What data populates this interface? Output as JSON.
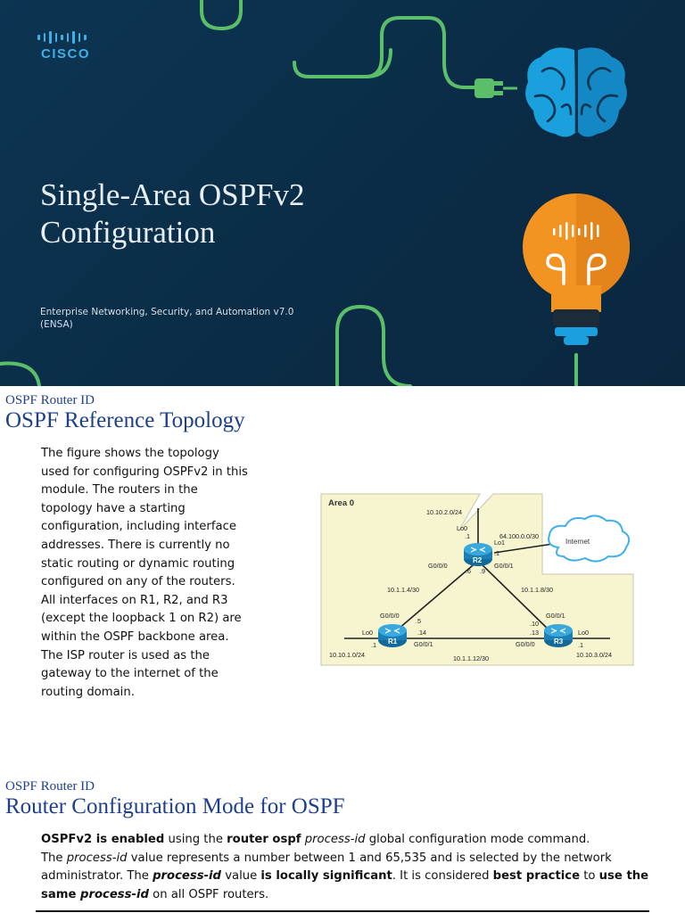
{
  "title_slide": {
    "logo_text": "CISCO",
    "title_line1": "Single-Area OSPFv2",
    "title_line2": "Configuration",
    "subtitle_line1": "Enterprise Networking, Security, and Automation v7.0",
    "subtitle_line2": "(ENSA)",
    "colors": {
      "background": "#0b2c46",
      "line_art": "#5bbf6a",
      "brain": "#1aa0dc",
      "bulb": "#f39322",
      "logo": "#3fb0e8"
    },
    "icons": [
      "brain-icon",
      "lightbulb-icon",
      "plug-icon"
    ]
  },
  "section1": {
    "kicker": "OSPF Router ID",
    "heading": "OSPF Reference Topology",
    "lines": [
      "The figure shows the topology",
      "used for configuring OSPFv2 in this",
      "module. The routers in the",
      "topology have a starting",
      "configuration, including interface",
      "addresses. There is currently no",
      "static routing or dynamic routing",
      "configured on any of the routers.",
      "All interfaces on R1, R2, and R3",
      "(except the loopback 1 on R2) are",
      "within the OSPF backbone area.",
      "The ISP router is used as the",
      "gateway to the internet of the",
      "routing domain."
    ]
  },
  "topology": {
    "area": "Area 0",
    "routers": {
      "r1": "R1",
      "r2": "R2",
      "r3": "R3"
    },
    "cloud": "Internet",
    "labels": {
      "r2_lan": "10.10.2.0/24",
      "r2_lo0": "Lo0",
      "r2_lo0_host": ".1",
      "isp_link": "64.100.0.0/30",
      "r2_lo1": "Lo1",
      "r2_lo1_host": ".1",
      "r2_g000": "G0/0/0",
      "r2_g001": "G0/0/1",
      "r2_host_6": ".6",
      "r2_host_9": ".9",
      "link_r1_r2": "10.1.1.4/30",
      "link_r2_r3": "10.1.1.8/30",
      "r1_g000": "G0/0/0",
      "r1_host_5": ".5",
      "r1_lo0": "Lo0",
      "r1_lo0_host": ".1",
      "r1_host_14": ".14",
      "r1_g001": "G0/0/1",
      "r1_lan": "10.10.1.0/24",
      "r3_g001": "G0/0/1",
      "r3_host_10": ".10",
      "r3_host_13": ".13",
      "r3_lo0": "Lo0",
      "r3_g000": "G0/0/0",
      "r3_lo0_host": ".1",
      "r3_lan": "10.10.3.0/24",
      "link_r1_r3": "10.1.1.12/30"
    }
  },
  "section2": {
    "kicker": "OSPF Router ID",
    "heading": "Router Configuration Mode for OSPF",
    "para": {
      "s1": "OSPFv2 is enabled",
      "s2": " using the ",
      "s3": "router ospf",
      "s4": " ",
      "s5": "process-id",
      "s6": " global configuration mode command.",
      "s7": "The ",
      "s8": "process-id",
      "s9": " value represents a number between 1 and 65,535 and is selected by the network administrator. The ",
      "s10": "process-id",
      "s11": " value ",
      "s12": "is locally significant",
      "s13": ". It is considered ",
      "s14": "best practice",
      "s15": " to ",
      "s16": "use the same ",
      "s17": "process-id",
      "s18": " on all OSPF routers."
    }
  }
}
